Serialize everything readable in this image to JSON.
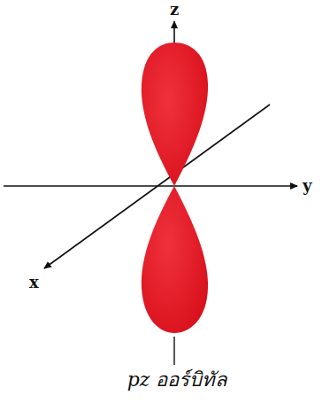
{
  "diagram": {
    "caption": "pz ออร์บิทัล",
    "labels": [
      "z",
      "y",
      "x"
    ]
  }
}
